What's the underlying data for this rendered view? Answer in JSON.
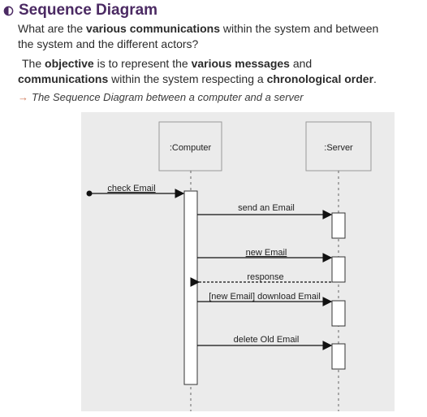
{
  "heading": {
    "title": "Sequence Diagram",
    "bullet_icon": "half-circle-bullet-icon"
  },
  "paragraph1": {
    "t1": "What are the ",
    "b1": "various communications",
    "t2": " within the system and between the system and the different actors?"
  },
  "paragraph2": {
    "t1": "The ",
    "b1": "objective",
    "t2": " is to represent the ",
    "b2": "various messages",
    "t3": " and ",
    "b3": "communications",
    "t4": " within the system respecting a ",
    "b4": "chronological order",
    "t5": "."
  },
  "caption": {
    "arrow": "→",
    "text": "The Sequence Diagram between a computer and a server"
  },
  "diagram": {
    "participants": [
      ":Computer",
      ":Server"
    ],
    "messages": [
      {
        "label": "check Email",
        "kind": "found"
      },
      {
        "label": "send an Email",
        "kind": "sync"
      },
      {
        "label": "new Email",
        "kind": "sync"
      },
      {
        "label": "response",
        "kind": "return"
      },
      {
        "label": "[new Email] download Email",
        "kind": "sync"
      },
      {
        "label": "delete Old Email",
        "kind": "sync"
      }
    ]
  },
  "colors": {
    "title": "#4b2a63",
    "text": "#2b2b2b",
    "diagram_bg": "#ebebeb",
    "caption_arrow": "#d17a5a"
  }
}
